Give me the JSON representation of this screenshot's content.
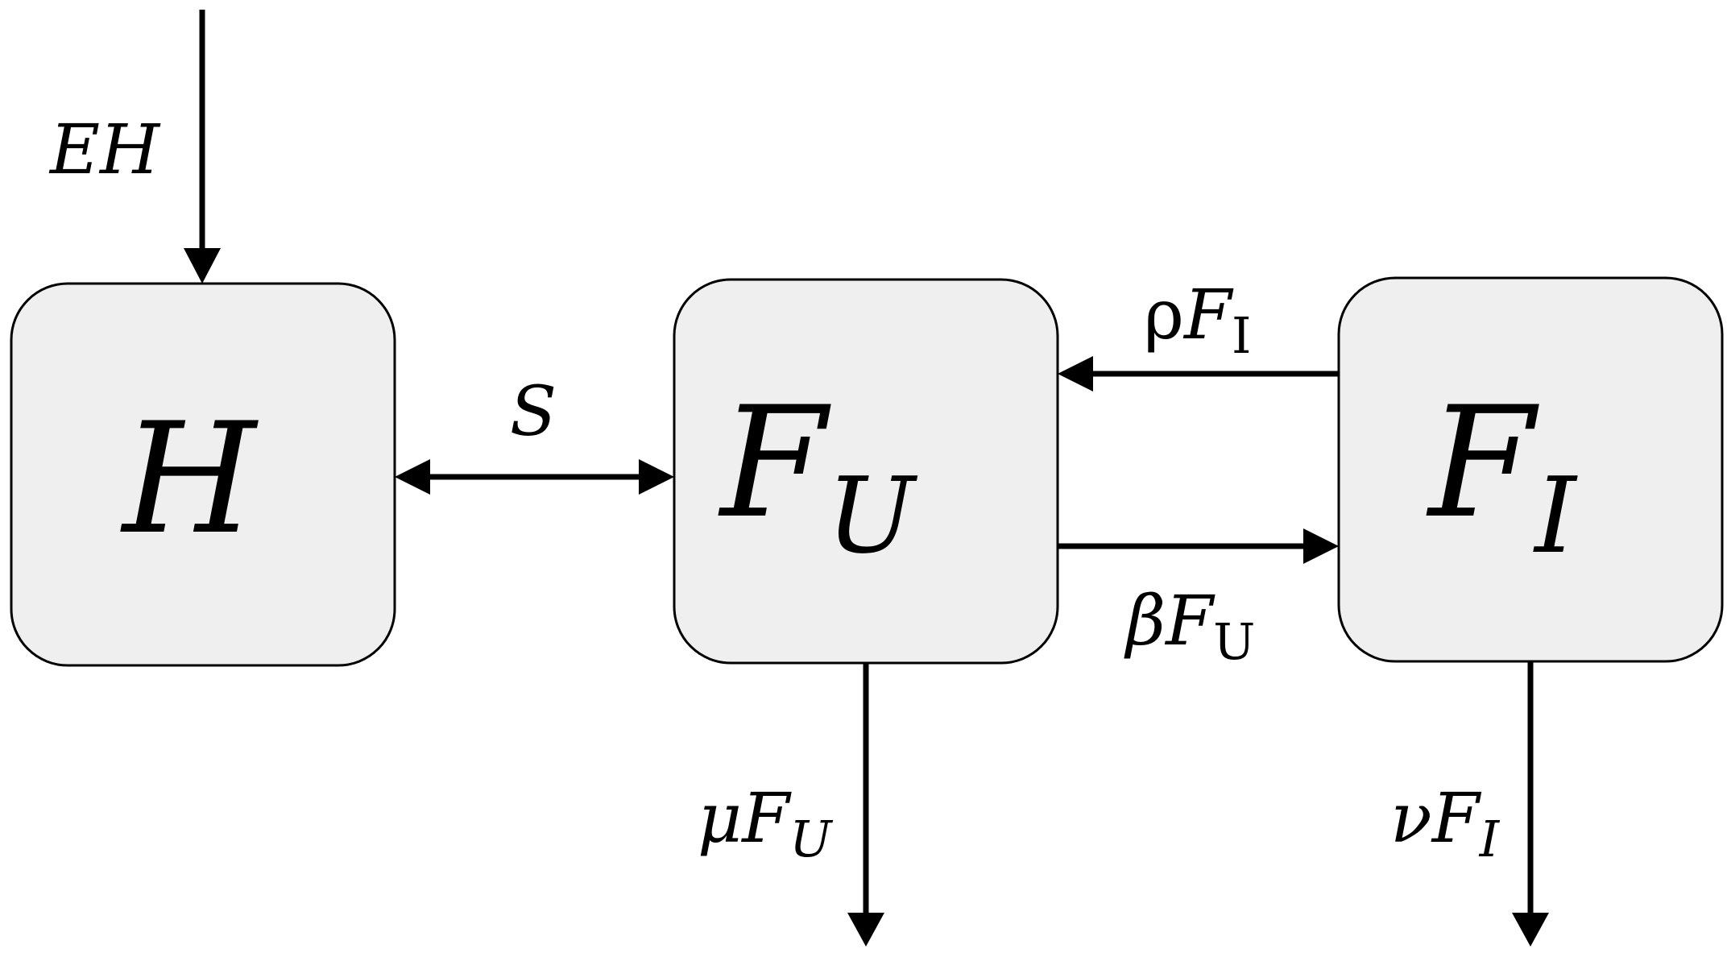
{
  "nodes": {
    "h": {
      "main": "H",
      "sub": ""
    },
    "fu": {
      "main": "F",
      "sub": "U"
    },
    "fi": {
      "main": "F",
      "sub": "I"
    }
  },
  "edges": {
    "eh": {
      "main": "EH",
      "sub": ""
    },
    "s": {
      "main": "S",
      "sub": ""
    },
    "rho_fi": {
      "coef": "ρ",
      "main": "F",
      "sub": "I"
    },
    "beta_fu": {
      "coef": "β",
      "main": "F",
      "sub": "U"
    },
    "mu_fu": {
      "coef": "μ",
      "main": "F",
      "sub": "U"
    },
    "nu_fi": {
      "coef": "ν",
      "main": "F",
      "sub": "I"
    }
  }
}
